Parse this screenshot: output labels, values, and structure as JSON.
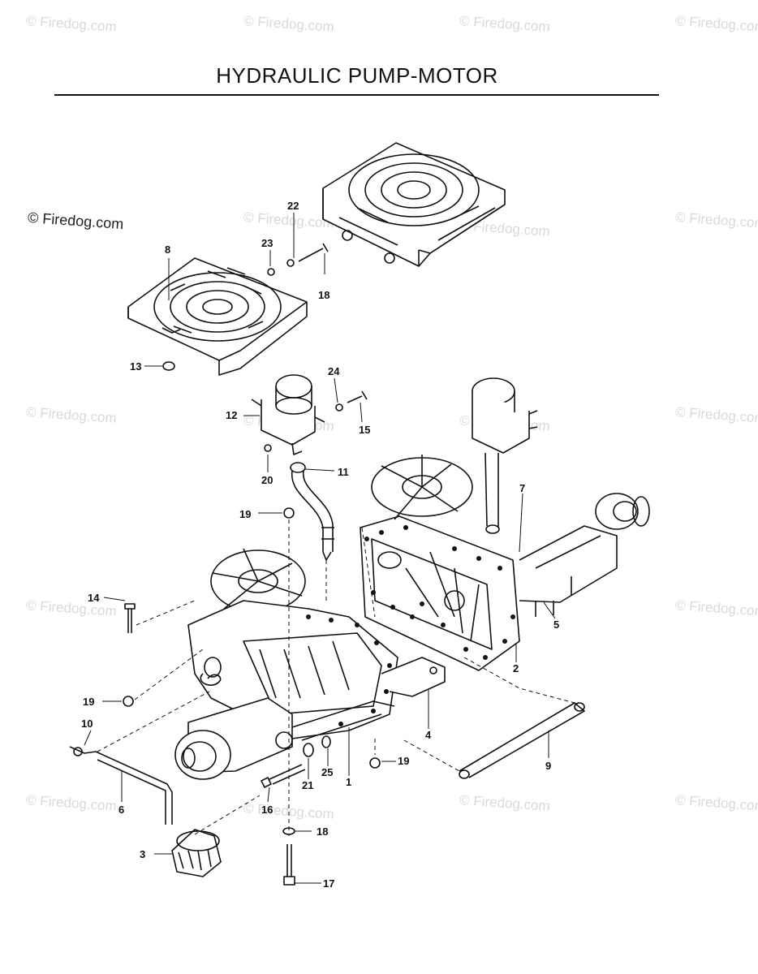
{
  "title": "HYDRAULIC PUMP-MOTOR",
  "watermark": "© Firedog.com",
  "callouts": [
    "1",
    "2",
    "3",
    "4",
    "5",
    "6",
    "7",
    "8",
    "9",
    "10",
    "11",
    "12",
    "13",
    "14",
    "15",
    "16",
    "17",
    "18",
    "18",
    "19",
    "19",
    "19",
    "20",
    "21",
    "22",
    "23",
    "24",
    "25"
  ]
}
